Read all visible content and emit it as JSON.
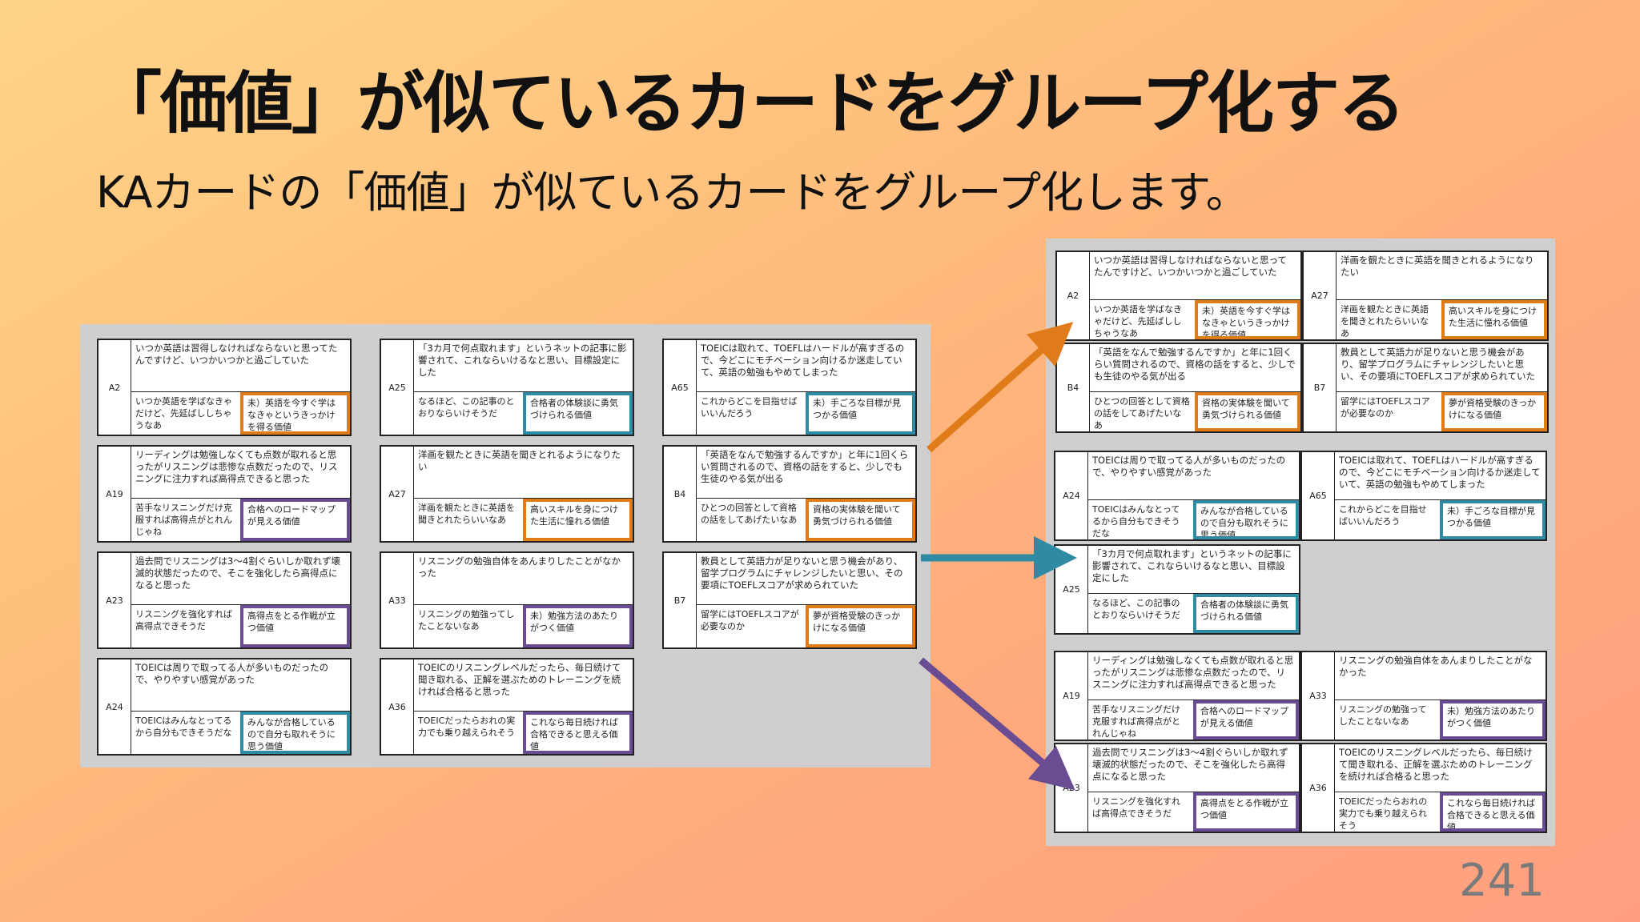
{
  "slide": {
    "title": "「価値」が似ているカードをグループ化する",
    "subtitle": "KAカードの「価値」が似ているカードをグループ化します。",
    "page_number": "241"
  },
  "colors": {
    "orange": "#e07b1a",
    "teal": "#2f8aa3",
    "purple": "#6a4c93"
  },
  "cards": {
    "A2": {
      "id": "A2",
      "top": "いつか英語は習得しなければならないと思ってたんですけど、いつかいつかと過ごしていた",
      "bl": "いつか英語を学ばなきゃだけど、先延ばししちゃうなあ",
      "br": "未）英語を今すぐ学はなきゃというきっかけを得る価値",
      "color": "orange"
    },
    "A19": {
      "id": "A19",
      "top": "リーディングは勉強しなくても点数が取れると思ったがリスニングは悲惨な点数だったので、リスニングに注力すれば高得点できると思った",
      "bl": "苦手なリスニングだけ克服すれば高得点がとれんじゃね",
      "br": "合格へのロードマップが見える価値",
      "color": "purple"
    },
    "A23": {
      "id": "A23",
      "top": "過去問でリスニングは3〜4割ぐらいしか取れず壊滅的状態だったので、そこを強化したら高得点になると思った",
      "bl": "リスニングを強化すれば高得点できそうだ",
      "br": "高得点をとる作戦が立つ価値",
      "color": "purple"
    },
    "A24": {
      "id": "A24",
      "top": "TOEICは周りで取ってる人が多いものだったので、やりやすい感覚があった",
      "bl": "TOEICはみんなとってるから自分もできそうだな",
      "br": "みんなが合格しているので自分も取れそうに思う価値",
      "color": "teal"
    },
    "A25": {
      "id": "A25",
      "top": "「3カ月で何点取れます」というネットの記事に影響されて、これならいけるなと思い、目標設定にした",
      "bl": "なるほど、この記事のとおりならいけそうだ",
      "br": "合格者の体験談に勇気づけられる価値",
      "color": "teal"
    },
    "A27": {
      "id": "A27",
      "top": "洋画を観たときに英語を聞きとれるようになりたい",
      "bl": "洋画を観たときに英語を聞きとれたらいいなあ",
      "br": "高いスキルを身につけた生活に憧れる価値",
      "color": "orange"
    },
    "A33": {
      "id": "A33",
      "top": "リスニングの勉強自体をあんまりしたことがなかった",
      "bl": "リスニングの勉強ってしたことないなあ",
      "br": "未）勉強方法のあたりがつく価値",
      "color": "purple"
    },
    "A36": {
      "id": "A36",
      "top": "TOEICのリスニングレベルだったら、毎日続けて聞き取れる、正解を選ぶためのトレーニングを続ければ合格ると思った",
      "bl": "TOEICだったらおれの実力でも乗り越えられそう",
      "br": "これなら毎日続ければ合格できると思える価値",
      "color": "purple"
    },
    "A65": {
      "id": "A65",
      "top": "TOEICは取れて、TOEFLはハードルが高すぎるので、今どこにモチベーション向けるか迷走していて、英語の勉強もやめてしまった",
      "bl": "これからどこを目指せばいいんだろう",
      "br": "未）手ごろな目標が見つかる価値",
      "color": "teal"
    },
    "B4": {
      "id": "B4",
      "top": "「英語をなんで勉強するんですか」と年に1回くらい質問されるので、資格の話をすると、少しでも生徒のやる気が出る",
      "bl": "ひとつの回答として資格の話をしてあげたいなあ",
      "br": "資格の実体験を聞いて勇気づけられる価値",
      "color": "orange"
    },
    "B7": {
      "id": "B7",
      "top": "教員として英語力が足りないと思う機会があり、留学プログラムにチャレンジしたいと思い、その要項にTOEFLスコアが求められていた",
      "bl": "留学にはTOEFLスコアが必要なのか",
      "br": "夢が資格受験のきっかけになる価値",
      "color": "orange"
    }
  }
}
